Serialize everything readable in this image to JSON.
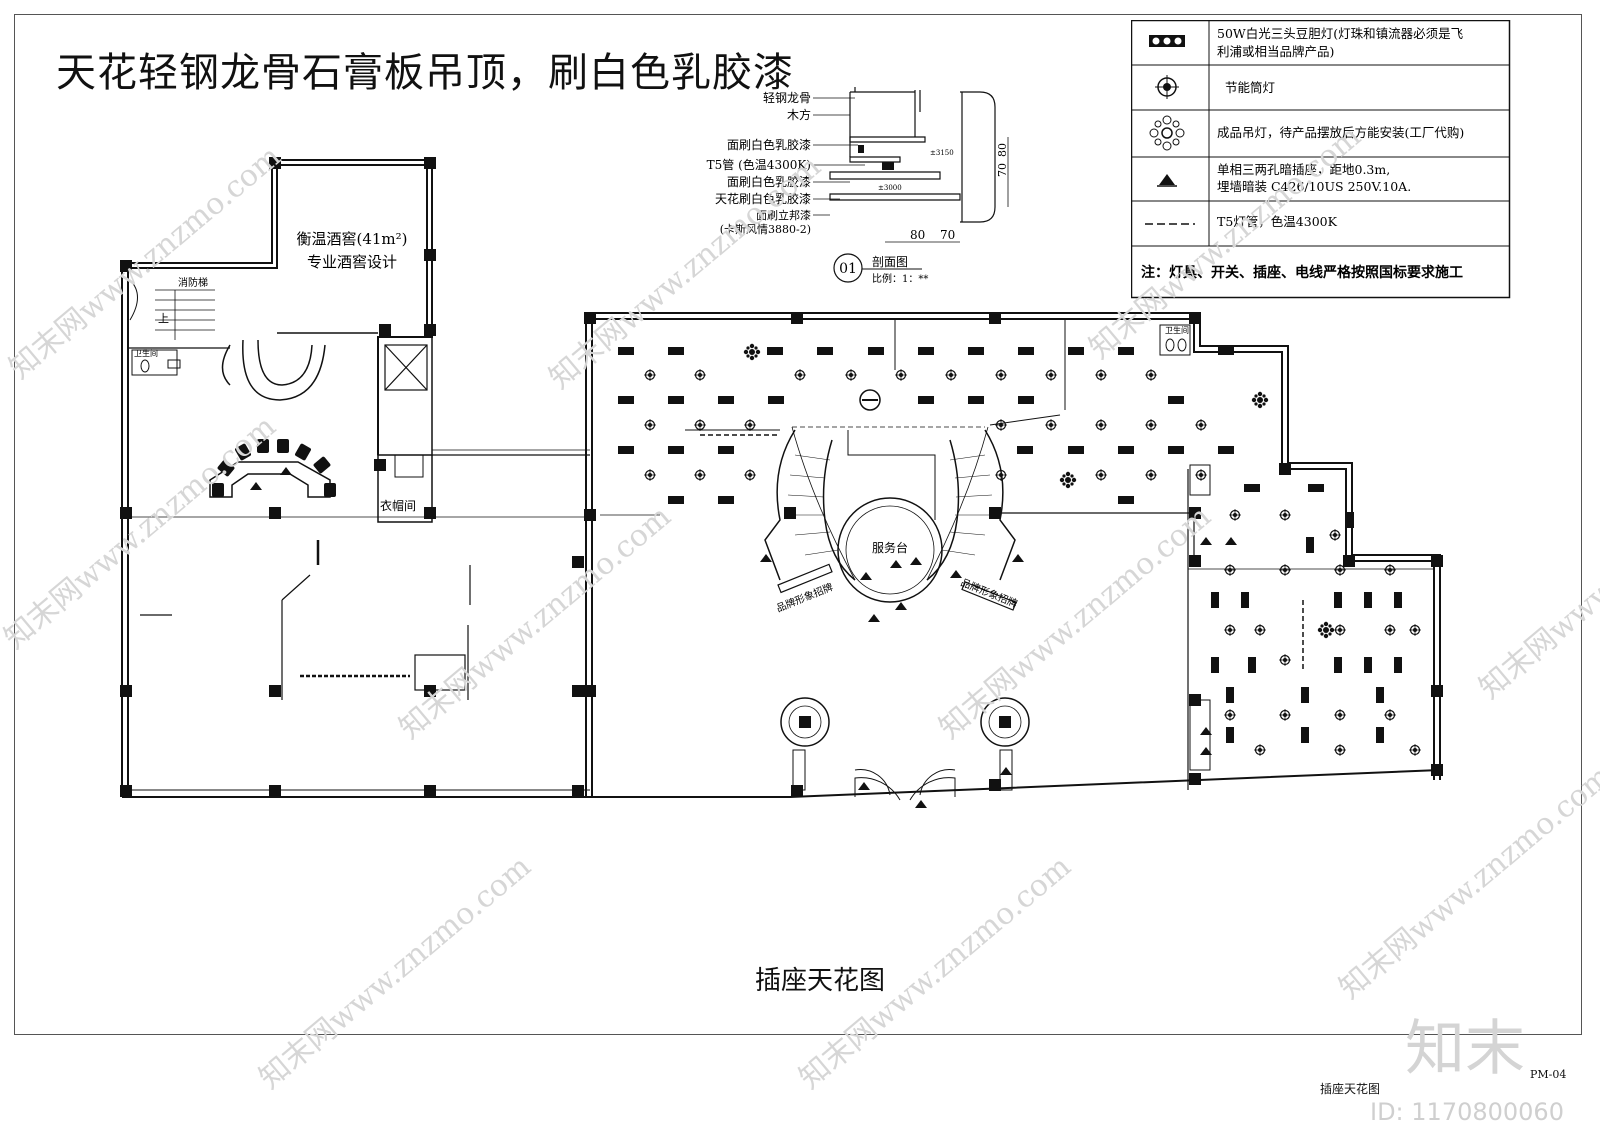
{
  "title": "天花轻钢龙骨石膏板吊顶，刷白色乳胶漆",
  "drawing_title": "插座天花图",
  "sheet": {
    "name": "插座天花图",
    "code": "PM-04"
  },
  "watermark": {
    "logo": "知末",
    "id": "ID: 1170800060",
    "site": "知末网www.znzmo.com"
  },
  "legend": {
    "rows": [
      {
        "icon": "triple-downlight-icon",
        "text1": "50W白光三头豆胆灯(灯珠和镇流器必须是飞",
        "text2": "利浦或相当品牌产品)"
      },
      {
        "icon": "can-light-icon",
        "text1": "节能筒灯",
        "text2": ""
      },
      {
        "icon": "pendant-light-icon",
        "text1": "成品吊灯，待产品摆放后方能安装(工厂代购)",
        "text2": ""
      },
      {
        "icon": "floor-socket-icon",
        "text1": "单相三两孔暗插座，距地0.3m,",
        "text2": "埋墙暗装 C426/10US 250V.10A."
      },
      {
        "icon": "t5-tube-icon",
        "text1": "T5灯管，色温4300K",
        "text2": ""
      }
    ],
    "note": "注：灯具、开关、插座、电线严格按照国标要求施工"
  },
  "section": {
    "labels": [
      "轻钢龙骨",
      "木方",
      "面刷白色乳胶漆",
      "T5管  (色温4300K)",
      "面刷白色乳胶漆",
      "天花刷白色乳胶漆",
      "面刷立邦漆",
      "(卡斯风情3880-2)"
    ],
    "dims": [
      "80",
      "70",
      "70",
      "80"
    ],
    "levels": [
      "±3150",
      "±3000"
    ],
    "number": "01",
    "name": "剖面图",
    "scale": "比例：1：**"
  },
  "rooms": {
    "wine_cellar_1": "衡温酒窖(41m²)",
    "wine_cellar_2": "专业酒窖设计",
    "fire_stair": "消防梯",
    "up": "上",
    "toilet_left": "卫生间",
    "toilet_right": "卫生间",
    "cloakroom": "衣帽间",
    "service_desk": "服务台",
    "brand_left": "品牌形象招牌",
    "brand_right": "品牌形象招牌"
  }
}
